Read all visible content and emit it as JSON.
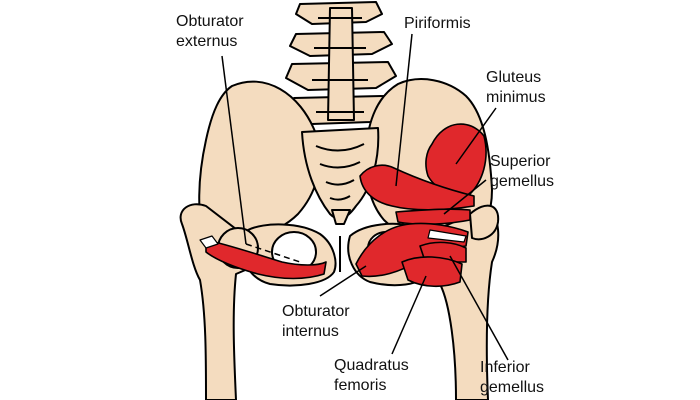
{
  "labels": {
    "obturator_externus": {
      "line1": "Obturator",
      "line2": "externus"
    },
    "piriformis": {
      "line1": "Piriformis"
    },
    "gluteus_minimus": {
      "line1": "Gluteus",
      "line2": "minimus"
    },
    "superior_gemellus": {
      "line1": "Superior",
      "line2": "gemellus"
    },
    "obturator_internus": {
      "line1": "Obturator",
      "line2": "internus"
    },
    "quadratus_femoris": {
      "line1": "Quadratus",
      "line2": "femoris"
    },
    "inferior_gemellus": {
      "line1": "Inferior",
      "line2": "gemellus"
    }
  },
  "colors": {
    "bone": "#f4dcbf",
    "outline": "#000000",
    "muscle": "#e0282c",
    "background": "#ffffff"
  }
}
